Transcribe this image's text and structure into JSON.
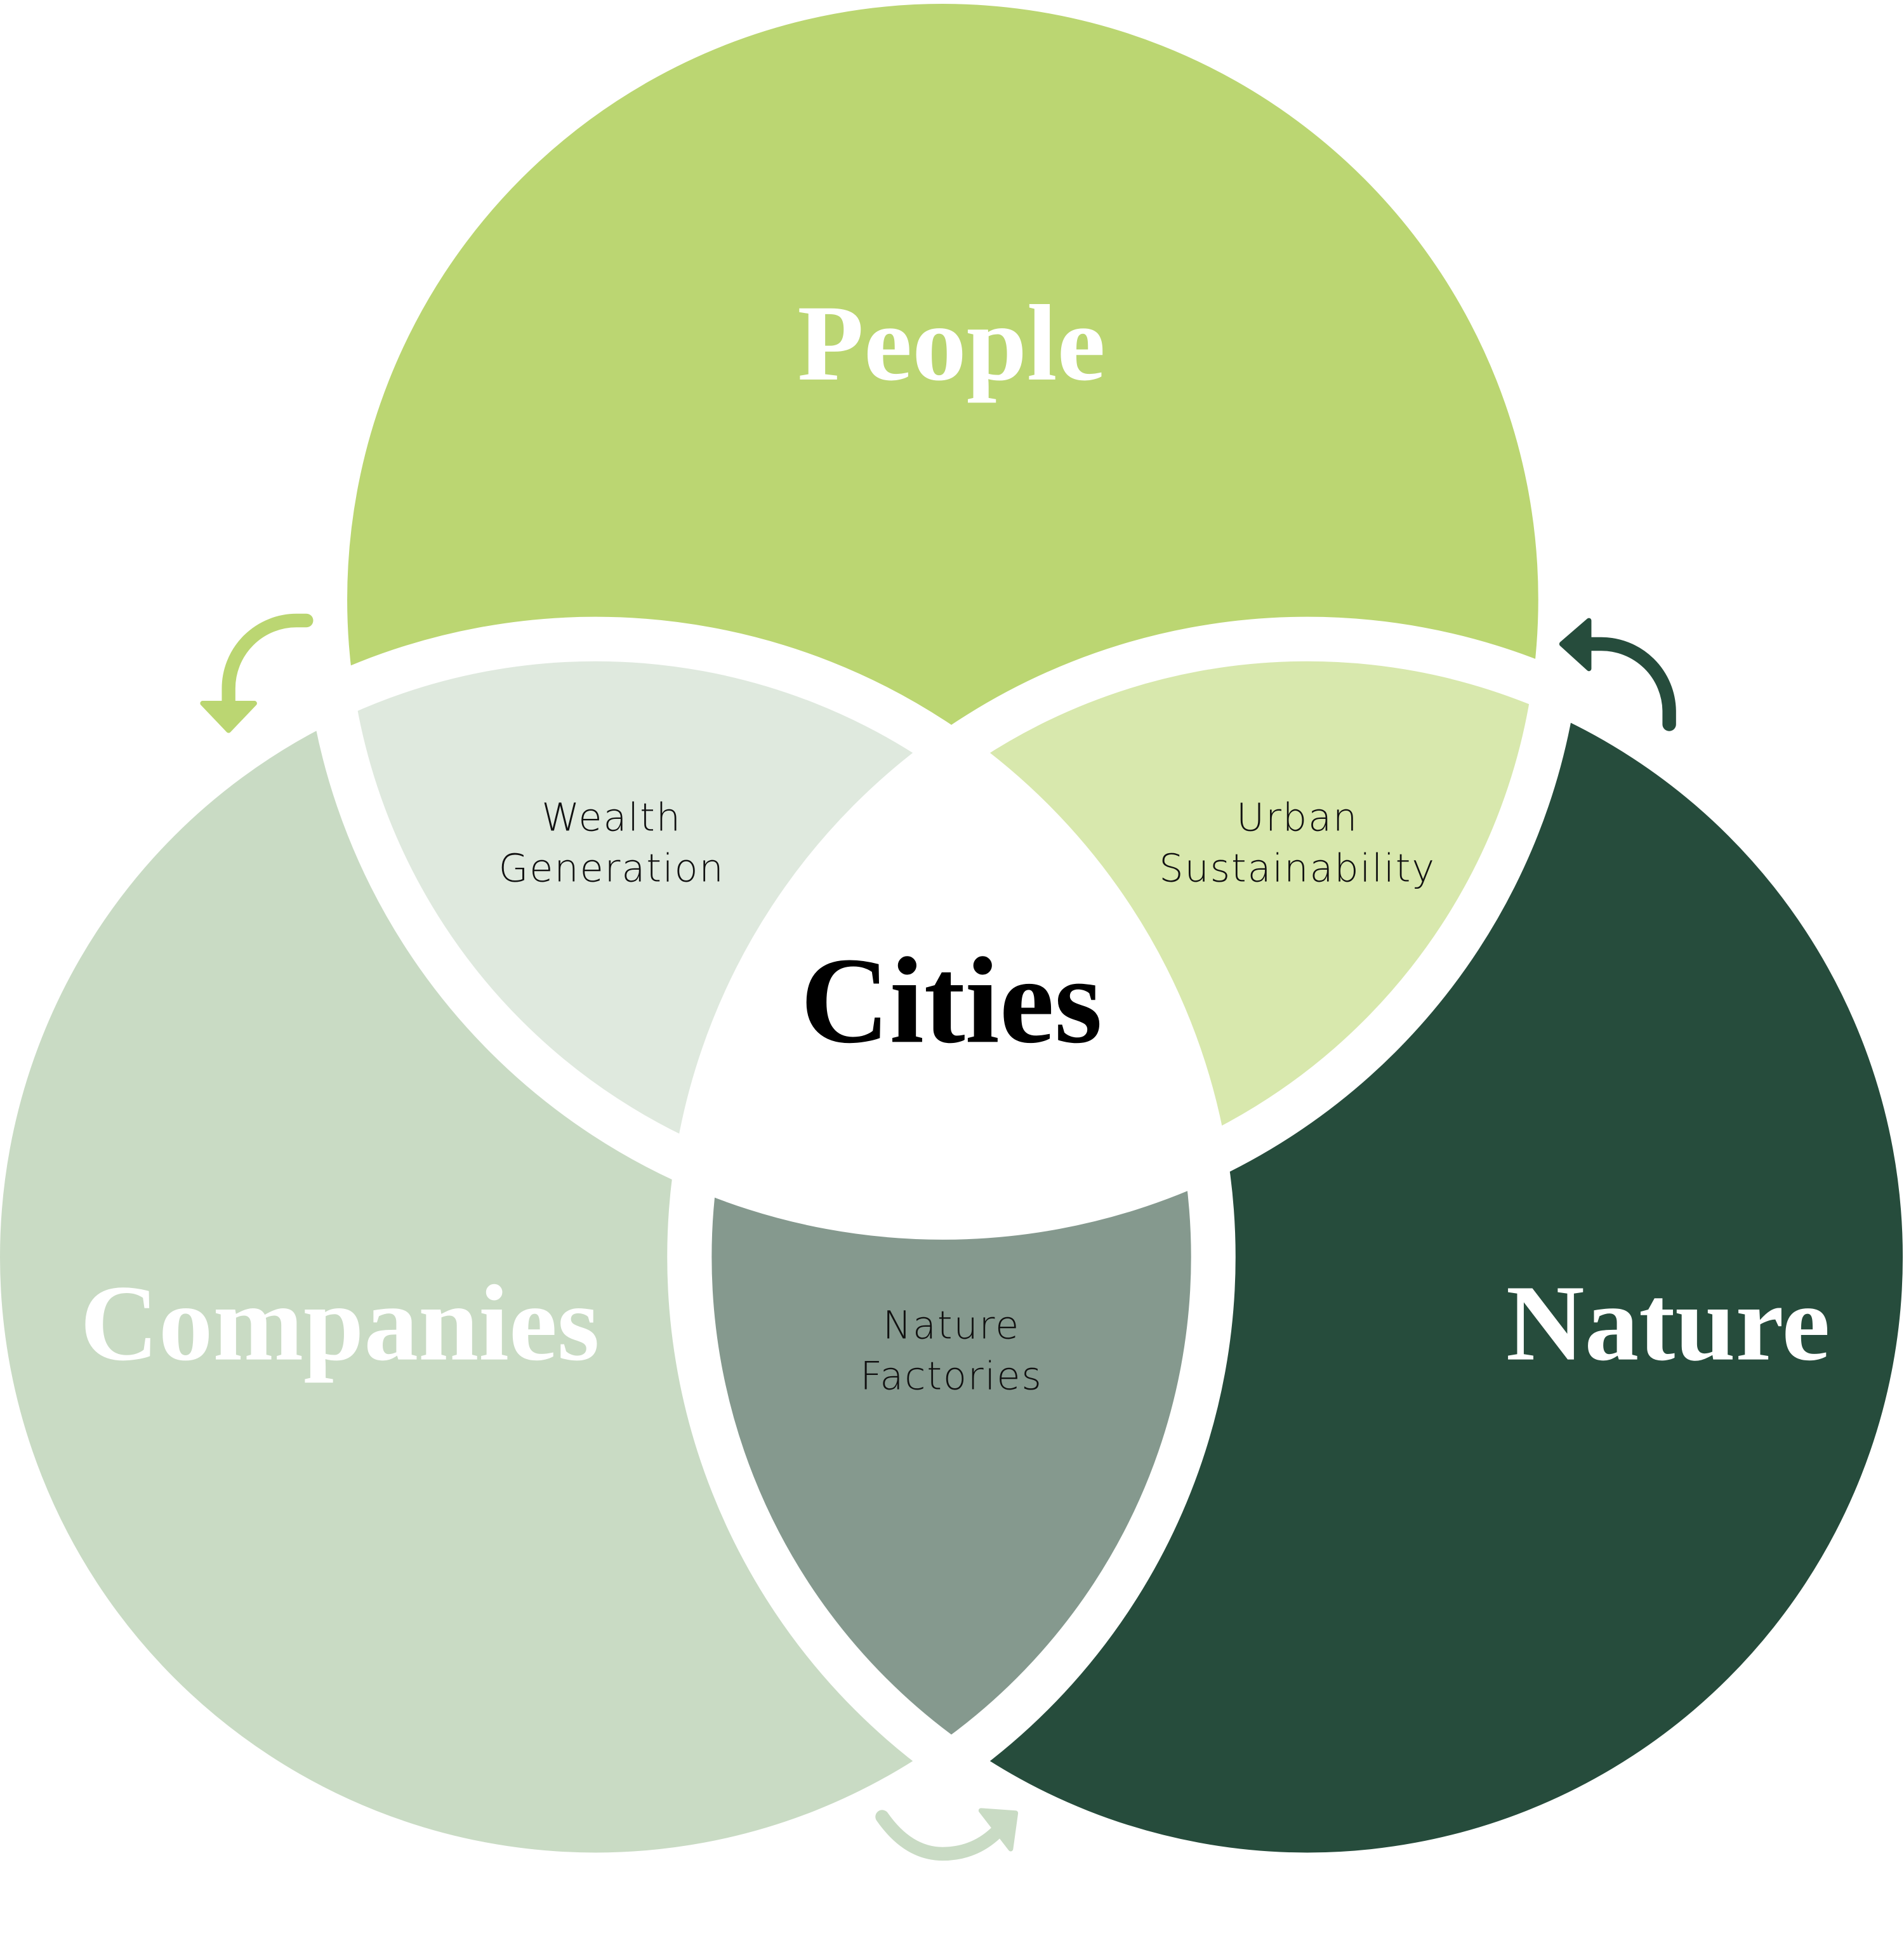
{
  "diagram": {
    "circles": {
      "people": {
        "label": "People",
        "color": "#bbd672"
      },
      "companies": {
        "label": "Companies",
        "color": "#c9dbc4"
      },
      "nature": {
        "label": "Nature",
        "color": "#264c3c"
      }
    },
    "overlaps": {
      "people_companies": {
        "line1": "Wealth",
        "line2": "Generation",
        "color": "#dfe9de"
      },
      "people_nature": {
        "line1": "Urban",
        "line2": "Sustainability",
        "color": "#d8e8ad"
      },
      "companies_nature": {
        "line1": "Nature",
        "line2": "Factories",
        "color": "#85998e"
      },
      "center": {
        "label": "Cities",
        "color": "#ffffff"
      }
    },
    "arrows": [
      {
        "name": "people-to-companies",
        "color": "#bbd672"
      },
      {
        "name": "nature-to-people",
        "color": "#264c3c"
      },
      {
        "name": "companies-to-nature",
        "color": "#c9dbc4"
      }
    ]
  }
}
